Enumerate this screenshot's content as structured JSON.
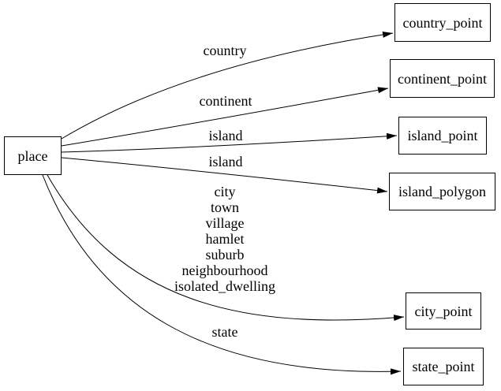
{
  "diagram": {
    "type": "directed-graph",
    "background_color": "#ffffff",
    "line_color": "#000000",
    "text_color": "#000000",
    "nodes": {
      "place": {
        "label": "place"
      },
      "country_point": {
        "label": "country_point"
      },
      "continent_point": {
        "label": "continent_point"
      },
      "island_point": {
        "label": "island_point"
      },
      "island_polygon": {
        "label": "island_polygon"
      },
      "city_point": {
        "label": "city_point"
      },
      "state_point": {
        "label": "state_point"
      }
    },
    "edges": {
      "country": {
        "from": "place",
        "to": "country_point",
        "label": "country"
      },
      "continent": {
        "from": "place",
        "to": "continent_point",
        "label": "continent"
      },
      "island_point": {
        "from": "place",
        "to": "island_point",
        "label": "island"
      },
      "island_polygon": {
        "from": "place",
        "to": "island_polygon",
        "label": "island"
      },
      "city": {
        "from": "place",
        "to": "city_point",
        "label": "city\ntown\nvillage\nhamlet\nsuburb\nneighbourhood\nisolated_dwelling"
      },
      "state": {
        "from": "place",
        "to": "state_point",
        "label": "state"
      }
    }
  }
}
